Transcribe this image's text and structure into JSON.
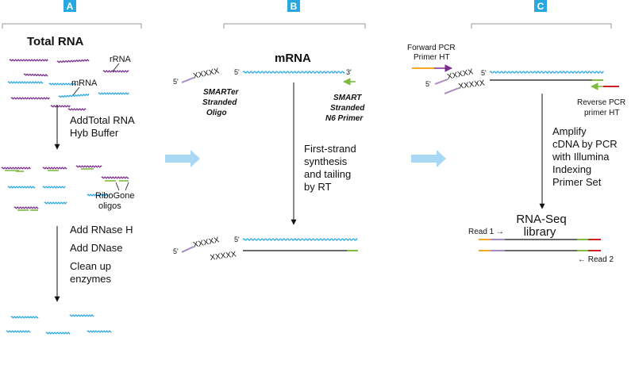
{
  "colors": {
    "rrna": "#7b2d8e",
    "mrna": "#29a8e0",
    "oligo": "#7fba42",
    "panel_badge": "#29a8e0",
    "big_arrow": "#a9d8f4",
    "adapter_purple": "#a889c3",
    "adapter_orange": "#f5a623",
    "adapter_red": "#d0202a",
    "bracket": "#9a9a9a"
  },
  "panels": [
    {
      "letter": "A"
    },
    {
      "letter": "B"
    },
    {
      "letter": "C"
    }
  ],
  "panel_a": {
    "title": "Total RNA",
    "rrna_label": "rRNA",
    "mrna_label": "mRNA",
    "step1": [
      "AddTotal RNA",
      "Hyb Buffer"
    ],
    "ribogone": [
      "RiboGone",
      "oligos"
    ],
    "step2": [
      "Add RNase H",
      "Add DNase",
      "Clean up",
      "enzymes"
    ]
  },
  "panel_b": {
    "title": "mRNA",
    "five_prime": "5'",
    "three_prime": "3'",
    "xxxxx": "XXXXX",
    "smarter_oligo": [
      "SMARTer",
      "Stranded",
      "Oligo"
    ],
    "n6_primer": [
      "SMART",
      "Stranded",
      "N6 Primer"
    ],
    "step": [
      "First-strand",
      "synthesis",
      "and tailing",
      "by RT"
    ]
  },
  "panel_c": {
    "forward_primer": [
      "Forward PCR",
      "Primer HT"
    ],
    "reverse_primer": [
      "Reverse PCR",
      "primer HT"
    ],
    "five_prime": "5'",
    "xxxxx": "XXXXX",
    "step": [
      "Amplify",
      "cDNA by PCR",
      "with Illumina",
      "Indexing",
      "Primer Set"
    ],
    "library": [
      "RNA-Seq",
      "library"
    ],
    "read1": "Read 1 →",
    "read2": "← Read 2"
  }
}
